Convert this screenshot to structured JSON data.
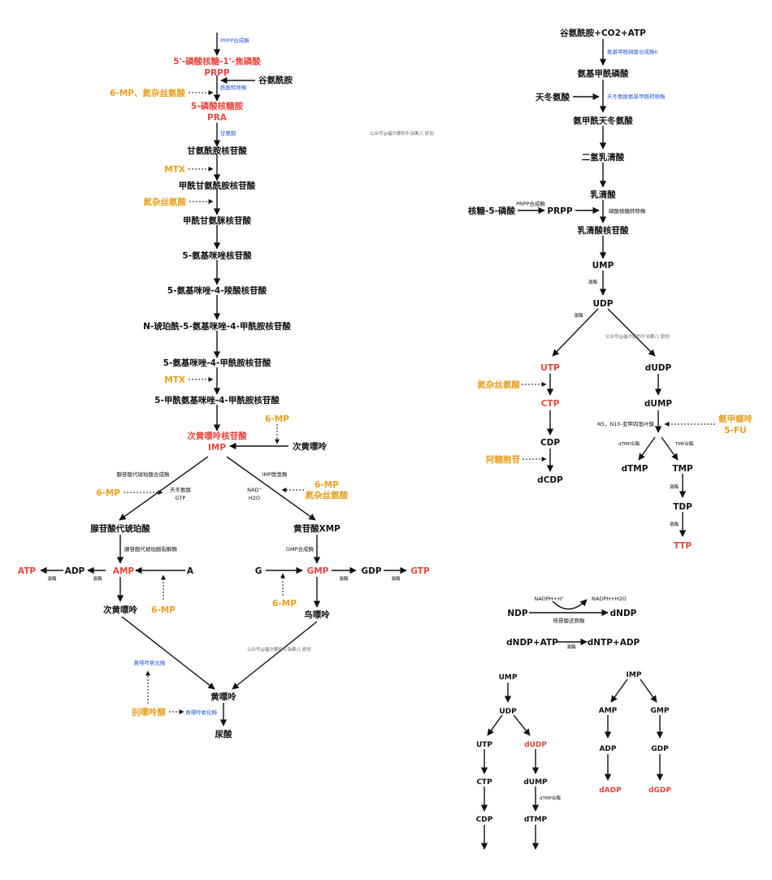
{
  "colors": {
    "black": "#111111",
    "red": "#e8453c",
    "orange": "#e8a020",
    "blue": "#2a5bd7",
    "gray": "#666666"
  },
  "watermark": "公众号@福尔娜的牛油果儿 原创",
  "purine": {
    "prpp_enzyme": "PRPP合成酶",
    "prpp_name": "5'-磷酸核糖-1'-焦磷酸",
    "prpp": "PRPP",
    "glutamine": "谷氨酰胺",
    "inhibitor_1": "6-MP、氮杂丝氨酸",
    "amidotransferase": "酰胺转移酶",
    "pra_name": "5-磷酸核糖胺",
    "pra": "PRA",
    "glycine": "甘氨酸",
    "gar": "甘氨酰胺核苷酸",
    "mtx_1": "MTX",
    "fgar": "甲酰甘氨酰胺核苷酸",
    "azaserine": "氮杂丝氨酸",
    "fgam": "甲酰甘氨脒核苷酸",
    "air": "5-氨基咪唑核苷酸",
    "cair": "5-氨基咪唑-4-羧酸核苷酸",
    "saicar": "N-琥珀酰-5-氨基咪唑-4-甲酰胺核苷酸",
    "aicar": "5-氨基咪唑-4-甲酰胺核苷酸",
    "mtx_2": "MTX",
    "faicar": "5-甲酰氨基咪唑-4-甲酰胺核苷酸",
    "inhibitor_6mp_top": "6-MP",
    "imp_name": "次黄嘌呤核苷酸",
    "imp": "IMP",
    "hypoxanthine_right": "次黄嘌呤",
    "adss_enzyme": "腺苷酸代琥珀酸合成酶",
    "inhibitor_6mp_left": "6-MP",
    "asp": "天冬氨酸",
    "gtp_cofactor": "GTP",
    "impdh": "IMP脱氢酶",
    "nad": "NAD⁺",
    "h2o": "H2O",
    "inhibitor_6mp_right": "6-MP",
    "inhibitor_azaserine_right": "氮杂丝氨酸",
    "s_amp": "腺苷酸代琥珀酸",
    "xmp": "黄苷酸XMP",
    "adsl": "腺苷酸代琥珀酸裂解酶",
    "gmp_synthase": "GMP合成酶",
    "atp": "ATP",
    "adp_left": "ADP",
    "kinase_1": "激酶",
    "kinase_2": "激酶",
    "amp": "AMP",
    "a": "A",
    "g": "G",
    "gmp": "GMP",
    "kinase_3": "激酶",
    "gdp": "GDP",
    "kinase_4": "激酶",
    "gtp": "GTP",
    "inhibitor_6mp_amp": "6-MP",
    "inhibitor_6mp_gmp": "6-MP",
    "hypoxanthine": "次黄嘌呤",
    "guanine": "鸟嘌呤",
    "xo_1": "黄嘌呤氧化酶",
    "xanthine": "黄嘌呤",
    "allopurinol": "别嘌呤醇",
    "xo_2": "黄嘌呤氧化酶",
    "uric_acid": "尿酸"
  },
  "pyrimidine": {
    "start": "谷氨酰胺+CO2+ATP",
    "cps2": "氨基甲酰磷酸合成酶II",
    "carbamoyl_p": "氨基甲酰磷酸",
    "aspartate": "天冬氨酸",
    "atcase": "天冬氨酸氨基甲酰转移酶",
    "carbamoyl_asp": "氨甲酰天冬氨酸",
    "dihydroorotate": "二氢乳清酸",
    "orotate": "乳清酸",
    "r5p": "核糖-5-磷酸",
    "prpp_enzyme": "PRPP合成酶",
    "prpp": "PRPP",
    "oprt": "磷酸核糖转移酶",
    "omp": "乳清酸核苷酸",
    "ump": "UMP",
    "kinase_1": "激酶",
    "udp": "UDP",
    "kinase_2": "激酶",
    "utp": "UTP",
    "dudp": "dUDP",
    "azaserine": "氮杂丝氨酸",
    "dump": "dUMP",
    "ctp": "CTP",
    "mthf": "N5，N10-亚甲四氢叶酸",
    "fu_1": "氨甲蝶呤",
    "fu_2": "5-FU",
    "cdp": "CDP",
    "dtmp_synthase": "dTMP合酶",
    "tmp_synthase": "TMP合酶",
    "ara_c": "阿糖胞苷",
    "dtmp": "dTMP",
    "tmp": "TMP",
    "dcdp": "dCDP",
    "kinase_3": "激酶",
    "tdp": "TDP",
    "kinase_4": "激酶",
    "ttp": "TTP"
  },
  "deoxy": {
    "nadph": "NADPH+H⁺",
    "nadp": "NADPH+H2O",
    "ndp": "NDP",
    "dndp": "dNDP",
    "rnr": "核苷酸还原酶",
    "dndp_atp": "dNDP+ATP",
    "kinase": "激酶",
    "dntp_adp": "dNTP+ADP"
  },
  "summary_left": {
    "ump": "UMP",
    "udp": "UDP",
    "utp": "UTP",
    "dudp": "dUDP",
    "ctp": "CTP",
    "dump": "dUMP",
    "dtmp_synthase": "dTMP合酶",
    "cdp": "CDP",
    "dtmp": "dTMP"
  },
  "summary_right": {
    "imp": "IMP",
    "amp": "AMP",
    "gmp": "GMP",
    "adp": "ADP",
    "gdp": "GDP",
    "dadp": "dADP",
    "dgdp": "dGDP"
  }
}
